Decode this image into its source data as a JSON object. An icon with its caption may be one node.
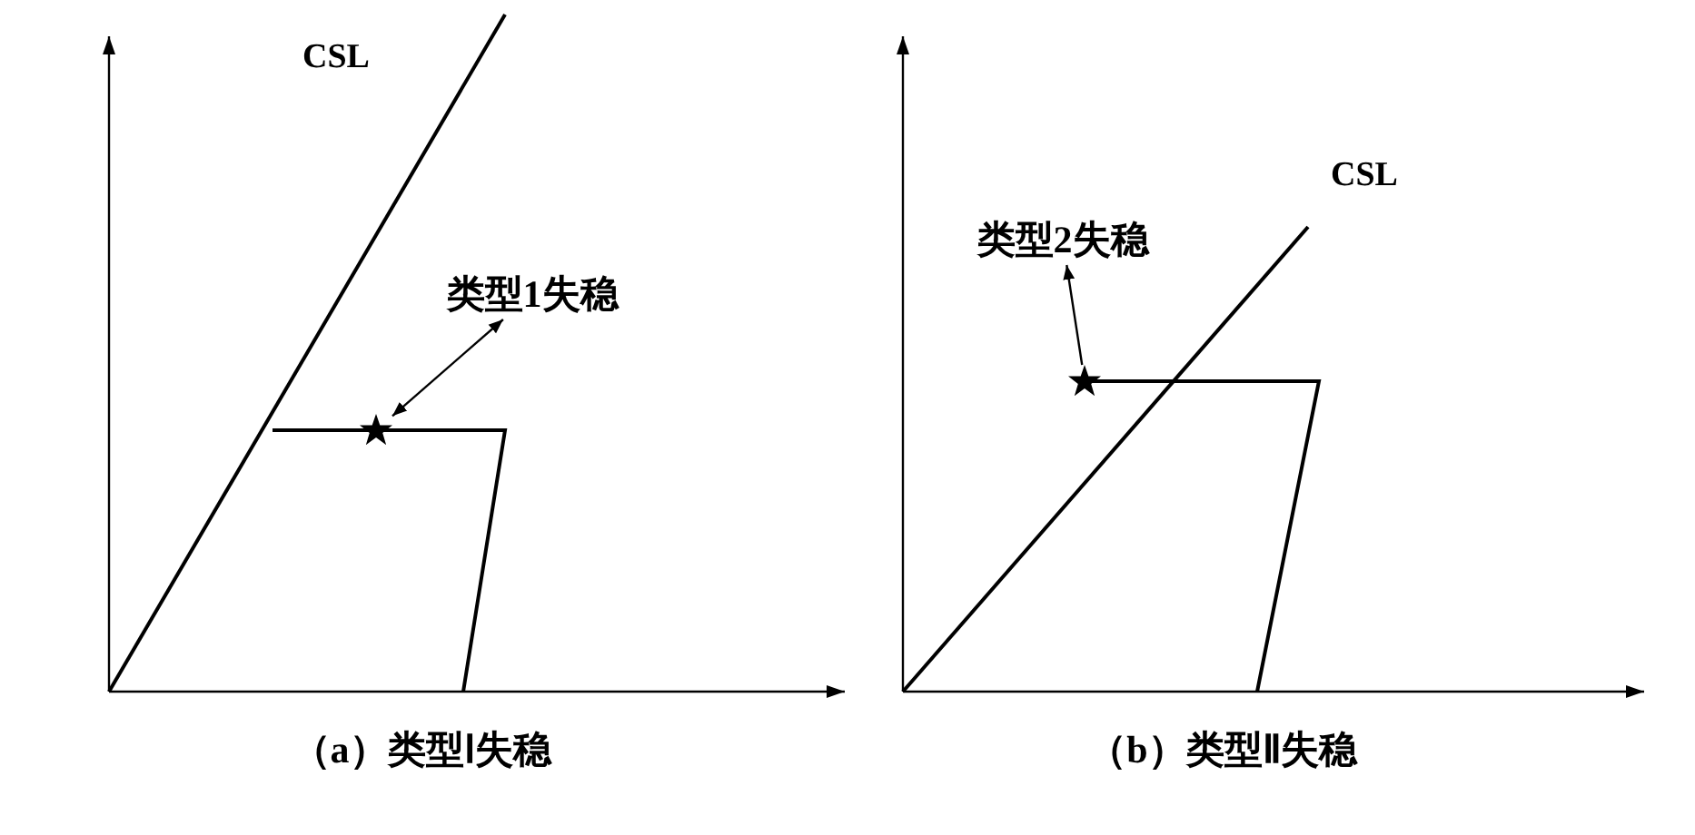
{
  "diagram": {
    "nodes": [
      {
        "text": [
          "类型1失稳"
        ]
      },
      {
        "text": [],
        "shape": "star"
      },
      {
        "text": [
          "类型2失稳"
        ]
      },
      {
        "text": [],
        "shape": "star"
      }
    ],
    "edges": [
      {
        "from": 1,
        "to": 0,
        "arrow": "both"
      },
      {
        "from": 3,
        "to": 2,
        "arrow": "to"
      }
    ],
    "labels": [
      "CSL",
      "（a）类型Ⅰ失稳",
      "CSL",
      "（b）类型Ⅱ失稳"
    ]
  }
}
